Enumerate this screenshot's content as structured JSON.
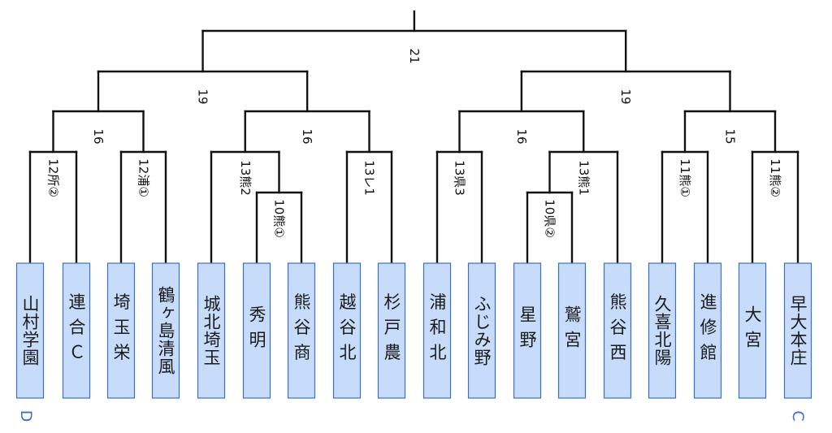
{
  "teams": [
    "山村学園",
    "連合Ｃ",
    "埼玉栄",
    "鶴ヶ島清風",
    "城北埼玉",
    "秀明",
    "熊谷商",
    "越谷北",
    "杉戸農",
    "浦和北",
    "ふじみ野",
    "星野",
    "鷲宮",
    "熊谷西",
    "久喜北陽",
    "進修館",
    "大宮",
    "早大本庄"
  ],
  "side_labels": {
    "left": "D",
    "right": "C"
  },
  "matches": [
    {
      "id": "m1",
      "score": "12所②"
    },
    {
      "id": "m2",
      "score": "12浦①"
    },
    {
      "id": "m3",
      "score": "10熊①"
    },
    {
      "id": "m4",
      "score": "13熊2"
    },
    {
      "id": "m5",
      "score": "13レ1"
    },
    {
      "id": "m6",
      "score": "13県3"
    },
    {
      "id": "m7",
      "score": "10県②"
    },
    {
      "id": "m8",
      "score": "13熊1"
    },
    {
      "id": "m9",
      "score": "11熊①"
    },
    {
      "id": "m10",
      "score": "11熊②"
    },
    {
      "id": "m11",
      "score": "16"
    },
    {
      "id": "m12",
      "score": "16"
    },
    {
      "id": "m13",
      "score": "16"
    },
    {
      "id": "m14",
      "score": "15"
    },
    {
      "id": "m15",
      "score": "19"
    },
    {
      "id": "m16",
      "score": "19"
    },
    {
      "id": "m17",
      "score": "21"
    }
  ],
  "colors": {
    "team_fill": "#c6dcfa",
    "team_border": "#3b6fc4",
    "line": "#111111",
    "side_label": "#3b6fc4"
  }
}
